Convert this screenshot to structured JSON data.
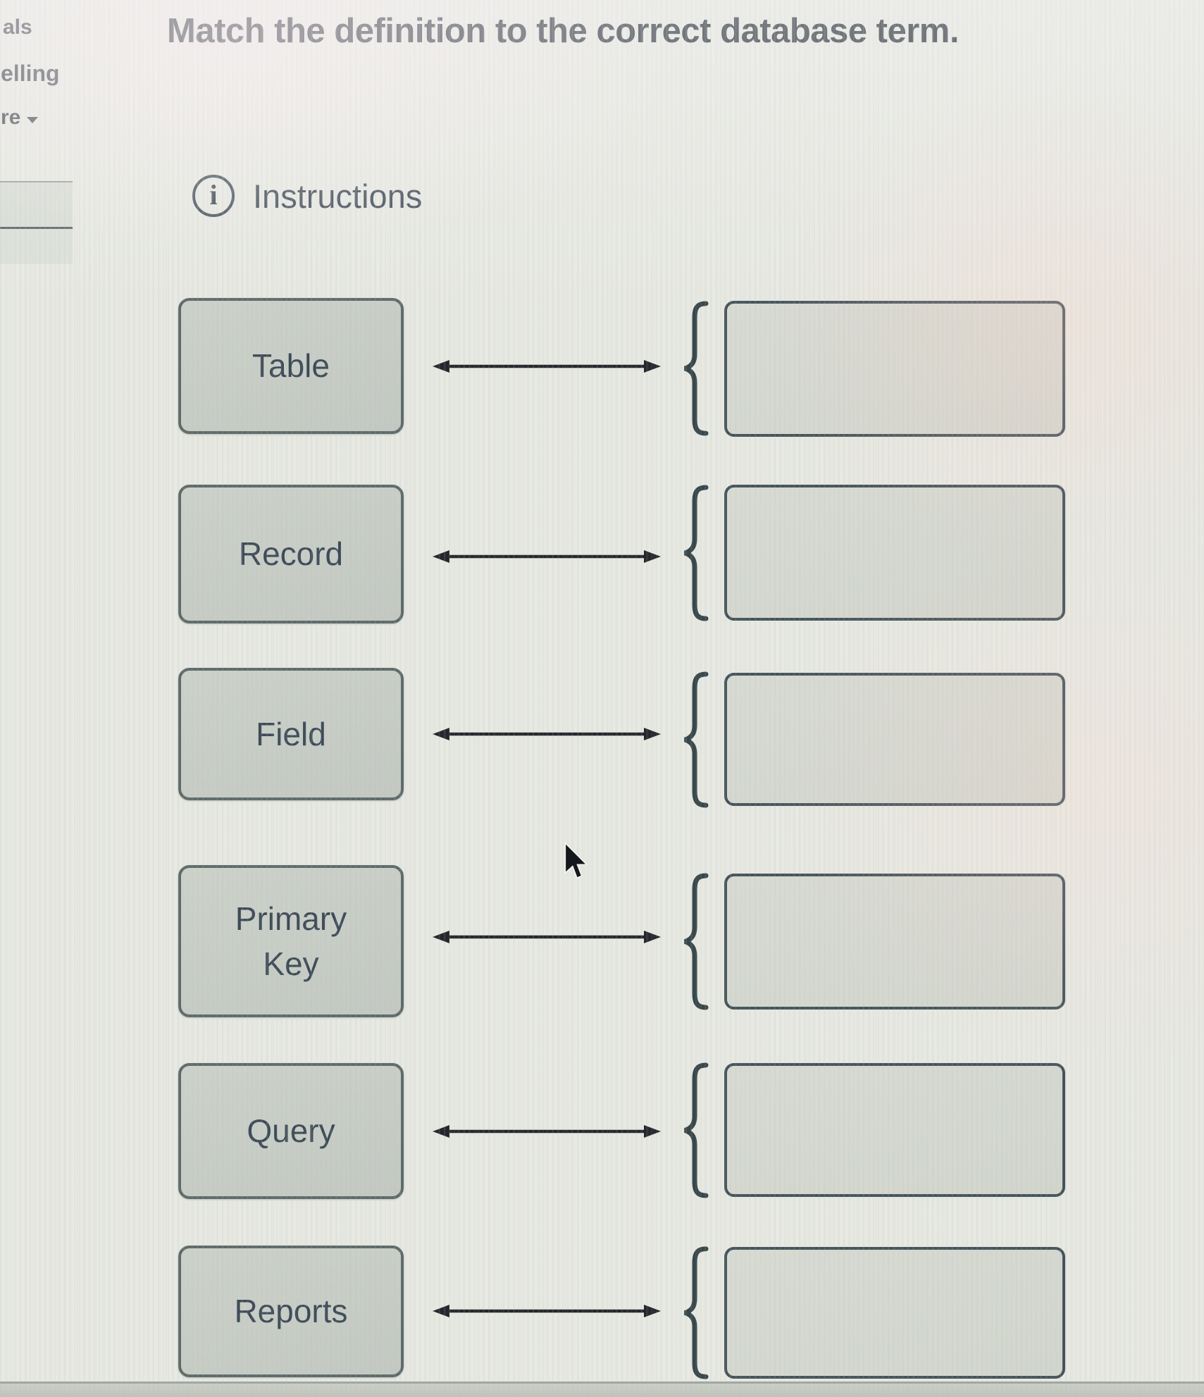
{
  "page": {
    "title": "Match the definition to the correct database term.",
    "instructions_label": "Instructions",
    "info_glyph": "i"
  },
  "sidebar": {
    "item1": "als",
    "item2": "elling",
    "item3": "re"
  },
  "match_rows": [
    {
      "term": "Table"
    },
    {
      "term": "Record"
    },
    {
      "term": "Field"
    },
    {
      "term": "Primary Key"
    },
    {
      "term": "Query"
    },
    {
      "term": "Reports"
    }
  ],
  "colors": {
    "background": "#e7e9e2",
    "term_box_fill": "#c8cec6",
    "term_box_border": "#5e6a6a",
    "answer_box_fill": "#d5d8d0",
    "answer_box_border": "#45535a",
    "text": "#3d4a57",
    "arrow": "#24262b",
    "brace": "#37464a"
  }
}
